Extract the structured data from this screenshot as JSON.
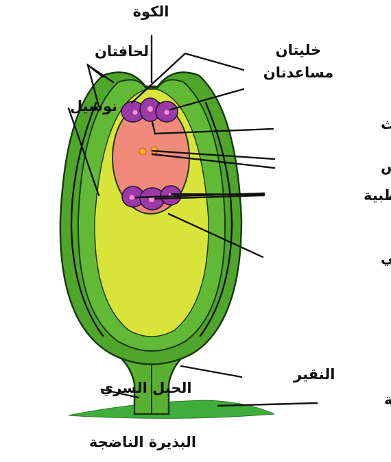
{
  "labels": {
    "micropyle": "الكوة",
    "integuments": "لحافتان",
    "synergids_line1": "خليتان",
    "synergids_line2": "مساعدتان",
    "nucellus": "نوسيل",
    "egg_cell": "عروس مؤنث",
    "polar_nuclei": "نواتا الكيس",
    "antipodal_cells": "خلايا قطبية",
    "embryo_sac": "الكيس الرشيمي",
    "chalaza": "النقير",
    "funiculus": "الحبل السري",
    "placenta": "المشيمة",
    "caption": "البذيرة الناضجة"
  },
  "colors": {
    "integument_outer": "#4fa62b",
    "integument_inner": "#62b936",
    "nucellus": "#d8e43a",
    "embryo_sac": "#f08a7a",
    "cells": "#9a3aa6",
    "nuclei": "#ff8fd4",
    "polar_nuclei": "#ffb020",
    "placenta": "#3fae3a",
    "outline": "#1a3a10"
  }
}
